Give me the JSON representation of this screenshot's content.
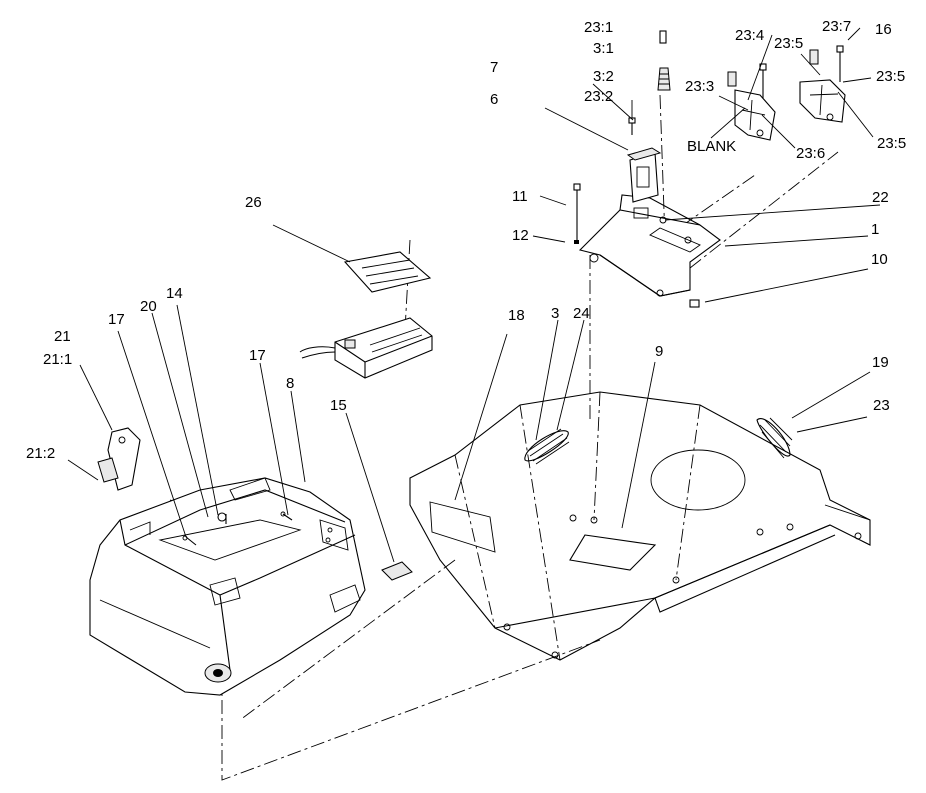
{
  "labels": {
    "c23_1": "23:1",
    "c3_1": "3:1",
    "c3_2": "3:2",
    "c23_2": "23:2",
    "c23_4": "23:4",
    "c23_7": "23:7",
    "c16": "16",
    "c23_5a": "23:5",
    "c23_5b": "23:5",
    "c23_5c": "23:5",
    "c7": "7",
    "c6": "6",
    "c23_3": "23:3",
    "blank": "BLANK",
    "c23_6": "23:6",
    "c11": "11",
    "c22": "22",
    "c12": "12",
    "c1": "1",
    "c26": "26",
    "c10": "10",
    "c14": "14",
    "c17a": "17",
    "c20": "20",
    "c21": "21",
    "c21_1": "21:1",
    "c18": "18",
    "c3": "3",
    "c24": "24",
    "c9": "9",
    "c19": "19",
    "c17b": "17",
    "c8": "8",
    "c15": "15",
    "c23": "23",
    "c21_2": "21:2"
  }
}
